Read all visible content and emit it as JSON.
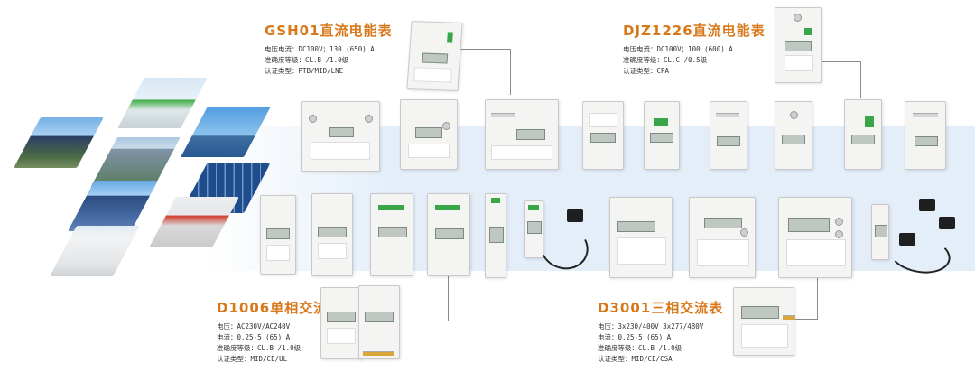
{
  "series": [
    {
      "id": "gsh01",
      "title": "GSH01直流电能表",
      "specs": [
        {
          "label": "电压电流：",
          "value": "DC100V；130 (650) A"
        },
        {
          "label": "准确度等级：",
          "value": "CL.B /1.0级"
        },
        {
          "label": "认证类型：",
          "value": "PTB/MID/LNE"
        }
      ]
    },
    {
      "id": "djz1226",
      "title": "DJZ1226直流电能表",
      "specs": [
        {
          "label": "电压电流：",
          "value": "DC100V；100 (600) A"
        },
        {
          "label": "准确度等级：",
          "value": "CL.C /0.5级"
        },
        {
          "label": "认证类型：",
          "value": "CPA"
        }
      ]
    },
    {
      "id": "d1006",
      "title": "D1006单相交流",
      "specs": [
        {
          "label": "电压：",
          "value": "AC230V/AC240V"
        },
        {
          "label": "电流：",
          "value": "0.25-5 (65) A"
        },
        {
          "label": "准确度等级：",
          "value": "CL.B /1.0级"
        },
        {
          "label": "认证类型：",
          "value": "MID/CE/UL"
        }
      ]
    },
    {
      "id": "d3001",
      "title": "D3001三相交流表",
      "specs": [
        {
          "label": "电压：",
          "value": "3x230/400V 3x277/480V"
        },
        {
          "label": "电流：",
          "value": "0.25-5 (65) A"
        },
        {
          "label": "准确度等级：",
          "value": "CL.B /1.0级"
        },
        {
          "label": "认证类型：",
          "value": "MID/CE/CSA"
        }
      ]
    }
  ],
  "colors": {
    "title_accent": "#d9781a",
    "band": "#e3eef9",
    "connector": "#8c8c8c"
  },
  "collage_scenes": [
    "ev-charging-station",
    "solar-carport",
    "wind-farm",
    "solar-panels",
    "industrial-park",
    "energy-storage-container",
    "battery-cabinet",
    "solar-field"
  ]
}
